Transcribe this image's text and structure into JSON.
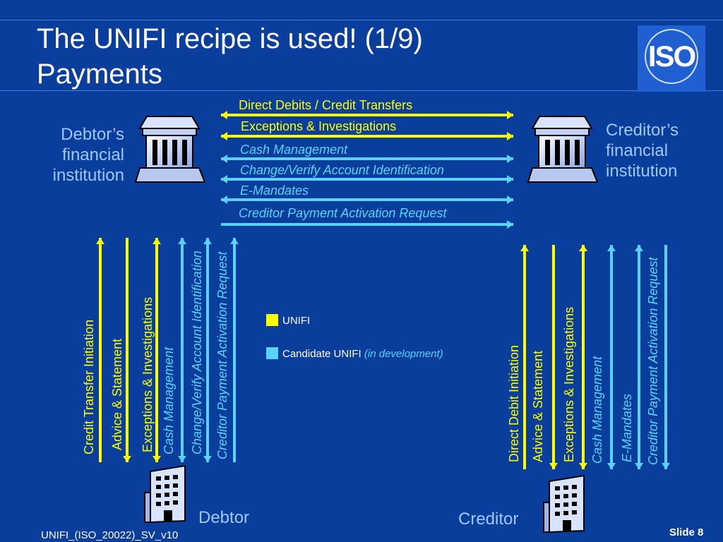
{
  "slide": {
    "title_line1": "The UNIFI recipe is used! (1/9)",
    "title_line2": "Payments",
    "footer_left": "UNIFI_(ISO_20022)_SV_v10",
    "footer_right": "Slide 8",
    "logo_text": "ISO"
  },
  "colors": {
    "background": "#0a3e9c",
    "unifi": "#ffff00",
    "candidate": "#5ad2ff",
    "text": "#ffffff",
    "label": "#9cc8ff"
  },
  "institutions": {
    "debtor_fi": "Debtor’s financial institution",
    "creditor_fi": "Creditor’s financial institution"
  },
  "parties": {
    "debtor": "Debtor",
    "creditor": "Creditor"
  },
  "interbank_flows": [
    {
      "label": "Direct Debits / Credit Transfers",
      "status": "UNIFI",
      "direction": "both"
    },
    {
      "label": "Exceptions & Investigations",
      "status": "UNIFI",
      "direction": "both"
    },
    {
      "label": "Cash Management",
      "status": "Candidate",
      "direction": "both"
    },
    {
      "label": "Change/Verify Account Identification",
      "status": "Candidate",
      "direction": "both"
    },
    {
      "label": "E-Mandates",
      "status": "Candidate",
      "direction": "both"
    },
    {
      "label": "Creditor Payment Activation Request",
      "status": "Candidate",
      "direction": "right"
    }
  ],
  "debtor_flows": [
    {
      "label": "Credit Transfer Initiation",
      "status": "UNIFI",
      "direction": "up"
    },
    {
      "label": "Advice & Statement",
      "status": "UNIFI",
      "direction": "down"
    },
    {
      "label": "Exceptions & Investigations",
      "status": "UNIFI",
      "direction": "both"
    },
    {
      "label": "Cash Management",
      "status": "Candidate",
      "direction": "both"
    },
    {
      "label": "Change/Verify Account Identification",
      "status": "Candidate",
      "direction": "both"
    },
    {
      "label": "Creditor Payment Activation Request",
      "status": "Candidate",
      "direction": "up"
    }
  ],
  "creditor_flows": [
    {
      "label": "Direct Debit  Initiation",
      "status": "UNIFI",
      "direction": "up"
    },
    {
      "label": "Advice & Statement",
      "status": "UNIFI",
      "direction": "down"
    },
    {
      "label": "Exceptions & Investigations",
      "status": "UNIFI",
      "direction": "both"
    },
    {
      "label": "Cash Management",
      "status": "Candidate",
      "direction": "both"
    },
    {
      "label": "E-Mandates",
      "status": "Candidate",
      "direction": "both"
    },
    {
      "label": "Creditor Payment Activation Request",
      "status": "Candidate",
      "direction": "down"
    }
  ],
  "legend": {
    "unifi": "UNIFI",
    "candidate": "Candidate UNIFI",
    "candidate_note": "(in development)"
  }
}
